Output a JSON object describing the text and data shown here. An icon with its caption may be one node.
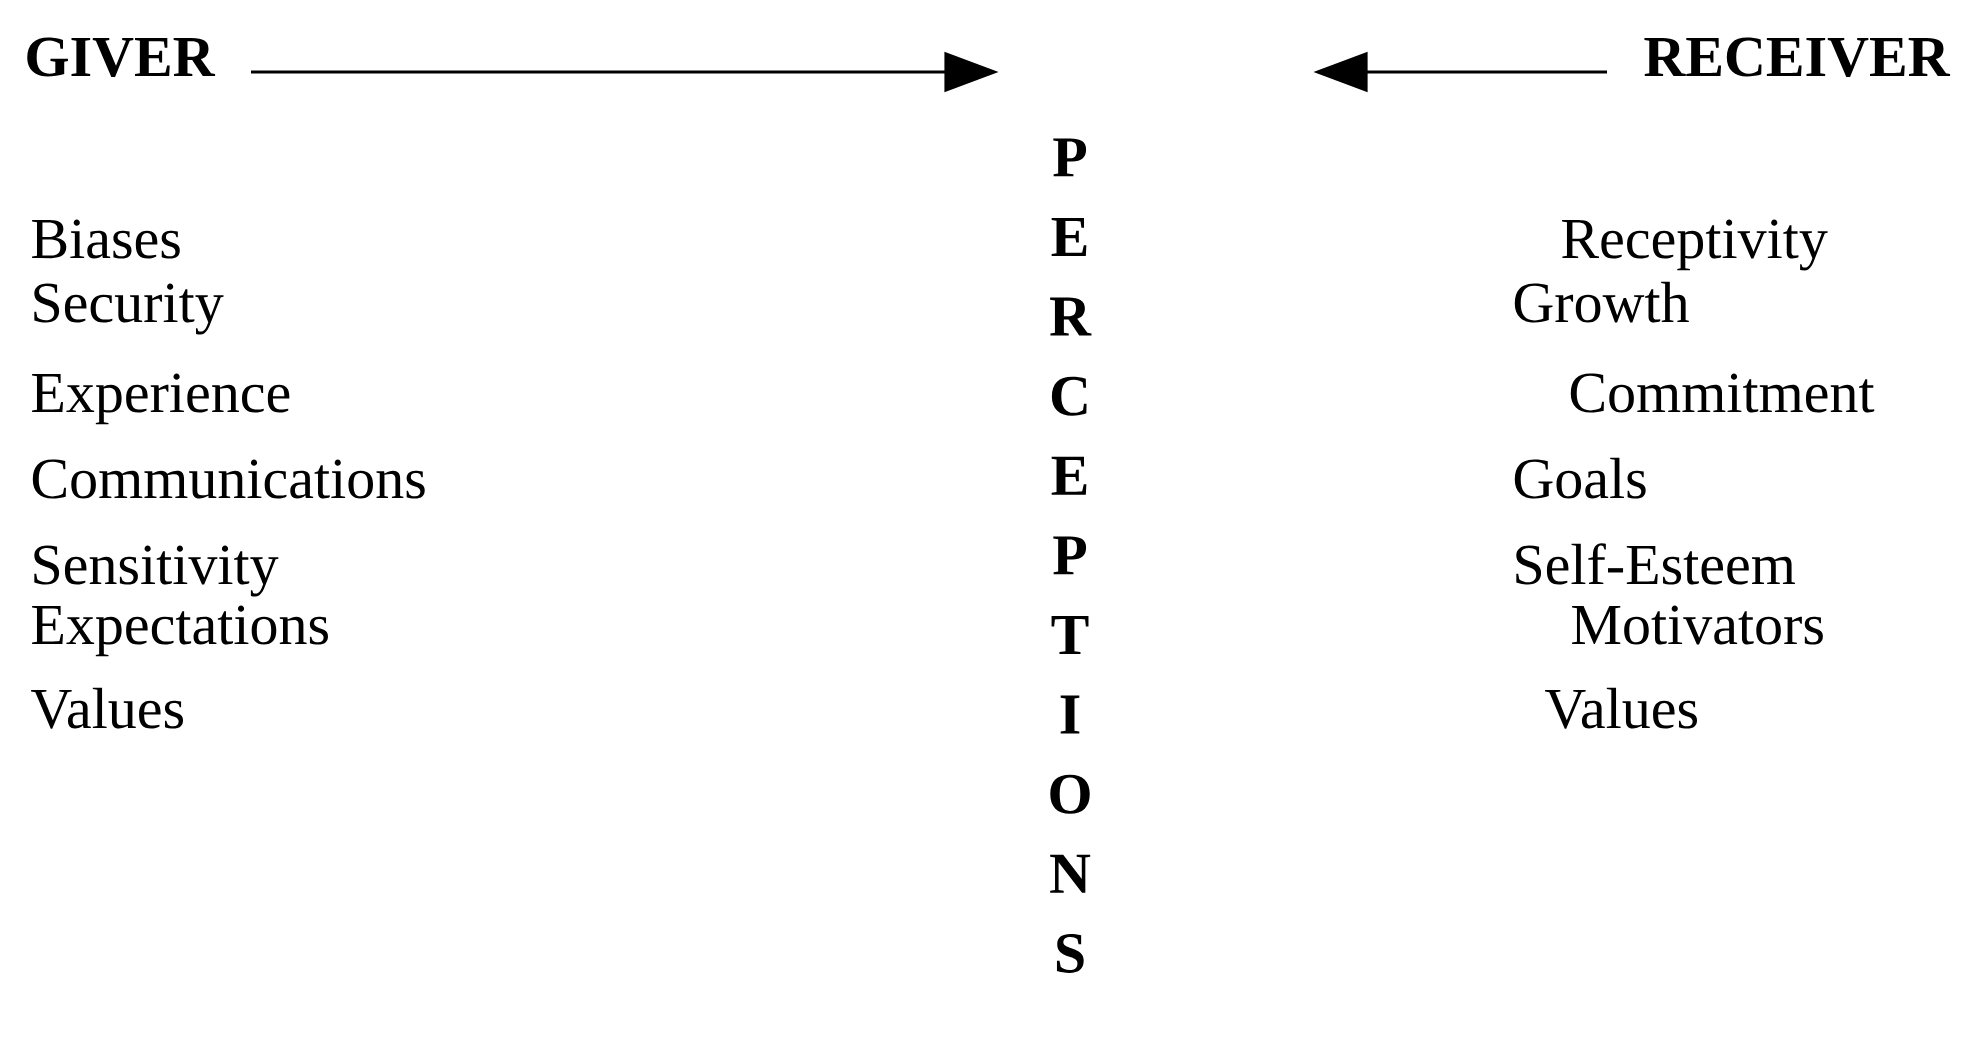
{
  "diagram": {
    "nodes": [
      {
        "text": [
          "GIVER"
        ]
      },
      {
        "text": [
          "RECEIVER"
        ]
      },
      {
        "text": [
          "PERCEPTIONS"
        ]
      }
    ],
    "edges": [
      {
        "from": 0,
        "to": null,
        "arrow": "to"
      },
      {
        "from": 1,
        "to": null,
        "arrow": "to"
      }
    ],
    "labels": [
      "Biases",
      "Receptivity",
      "Security",
      "Growth",
      "Experience",
      "Commitment",
      "Communications",
      "Goals",
      "Sensitivity",
      "Self-Esteem",
      "Expectations",
      "Motivators",
      "Values",
      "Values"
    ]
  }
}
